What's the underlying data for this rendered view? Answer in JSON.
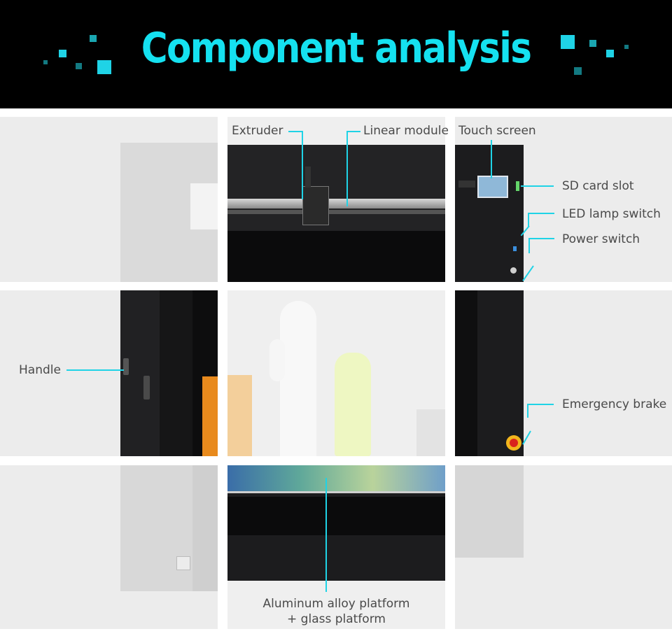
{
  "header": {
    "title": "Component analysis",
    "colors": {
      "background": "#000000",
      "title": "#15e1f0",
      "accent_pixel": "#1fd3e6"
    }
  },
  "labels": {
    "extruder": "Extruder",
    "linear_module": "Linear module",
    "touch_screen": "Touch screen",
    "sd_card_slot": "SD card slot",
    "led_lamp_switch": "LED lamp switch",
    "power_switch": "Power switch",
    "handle": "Handle",
    "emergency_brake": "Emergency brake",
    "platform_line1": "Aluminum alloy platform",
    "platform_line2": "+ glass platform"
  },
  "colors": {
    "callout_line": "#1fd3e6",
    "label_text": "#4a4a4a",
    "printer_body": "#1c1c1e",
    "filament_orange": "#e88a1d",
    "filament_white": "#f2f2f2",
    "filament_lime": "#e4f29a",
    "emergency_red": "#d9231d",
    "emergency_yellow": "#f2b51c"
  }
}
